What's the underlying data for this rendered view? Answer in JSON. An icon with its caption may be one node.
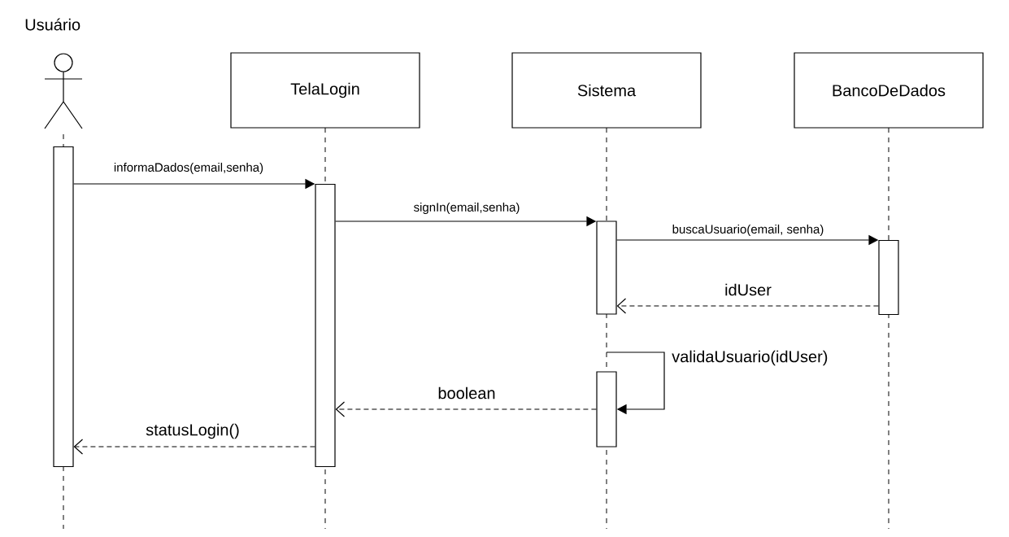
{
  "diagram": {
    "nodes": [
      {
        "text": [
          "Usuário"
        ]
      },
      {
        "text": [
          "TelaLogin"
        ]
      },
      {
        "text": [
          "Sistema"
        ]
      },
      {
        "text": [
          "BancoDeDados"
        ]
      },
      {
        "text": [],
        "shape": "bar"
      },
      {
        "text": [],
        "shape": "bar"
      },
      {
        "text": [],
        "shape": "bar"
      },
      {
        "text": [],
        "shape": "bar"
      },
      {
        "text": [],
        "shape": "bar"
      }
    ],
    "edges": [
      {
        "from": 4,
        "to": 5,
        "arrow": "to",
        "label": "informaDados(email,senha)"
      },
      {
        "from": 5,
        "to": 6,
        "arrow": "to",
        "label": "signIn(email,senha)"
      },
      {
        "from": 6,
        "to": 7,
        "arrow": "to",
        "label": "buscaUsuario(email, senha)"
      },
      {
        "from": 7,
        "to": 6,
        "arrow": "to",
        "label": "idUser",
        "style": "dashed"
      },
      {
        "from": null,
        "to": 8,
        "arrow": "to",
        "label": "validaUsuario(idUser)"
      },
      {
        "from": 8,
        "to": 5,
        "arrow": "to",
        "label": "boolean",
        "style": "dashed"
      },
      {
        "from": 5,
        "to": 4,
        "arrow": "to",
        "label": "statusLogin()",
        "style": "dashed"
      }
    ]
  }
}
